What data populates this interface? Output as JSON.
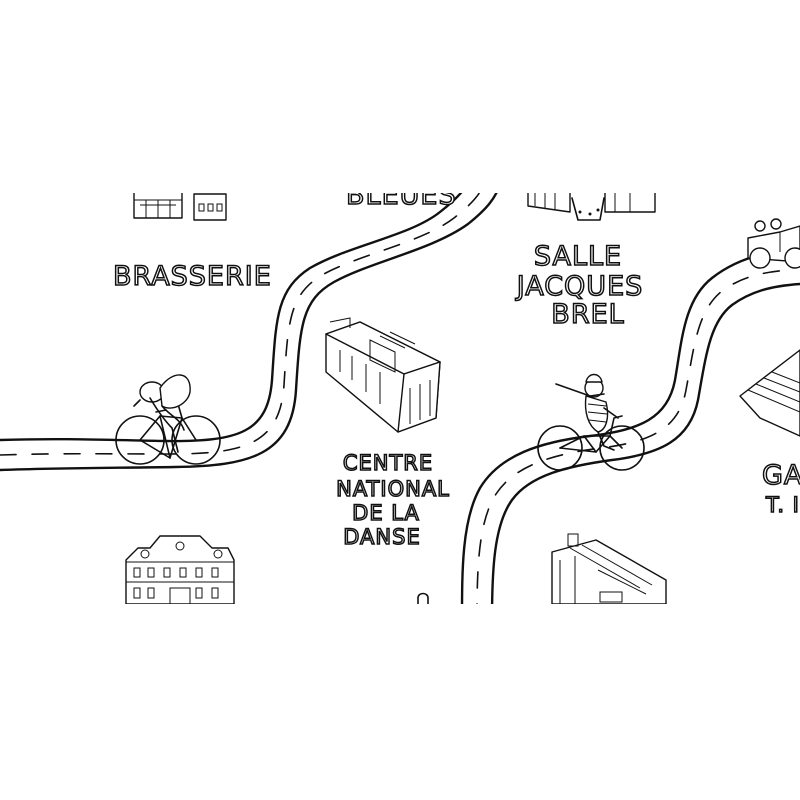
{
  "map": {
    "labels": {
      "brasserie": "BRASSERIE",
      "bleues": "BLEUES",
      "salle_line1": "SALLE",
      "salle_line2": "JACQUES",
      "salle_line3": "BREL",
      "cnd_line1": "CENTRE",
      "cnd_line2": "NATIONAL",
      "cnd_line3": "DE LA",
      "cnd_line4": "DANSE",
      "gare_line1": "GA",
      "gare_line2": "T. I"
    },
    "ink_color": "#111111",
    "paper_color": "#ffffff",
    "icons": [
      "cyclist-racer-icon",
      "cyclist-scarf-icon",
      "vintage-car-icon",
      "building-icon",
      "mansion-icon",
      "factory-icon"
    ]
  }
}
